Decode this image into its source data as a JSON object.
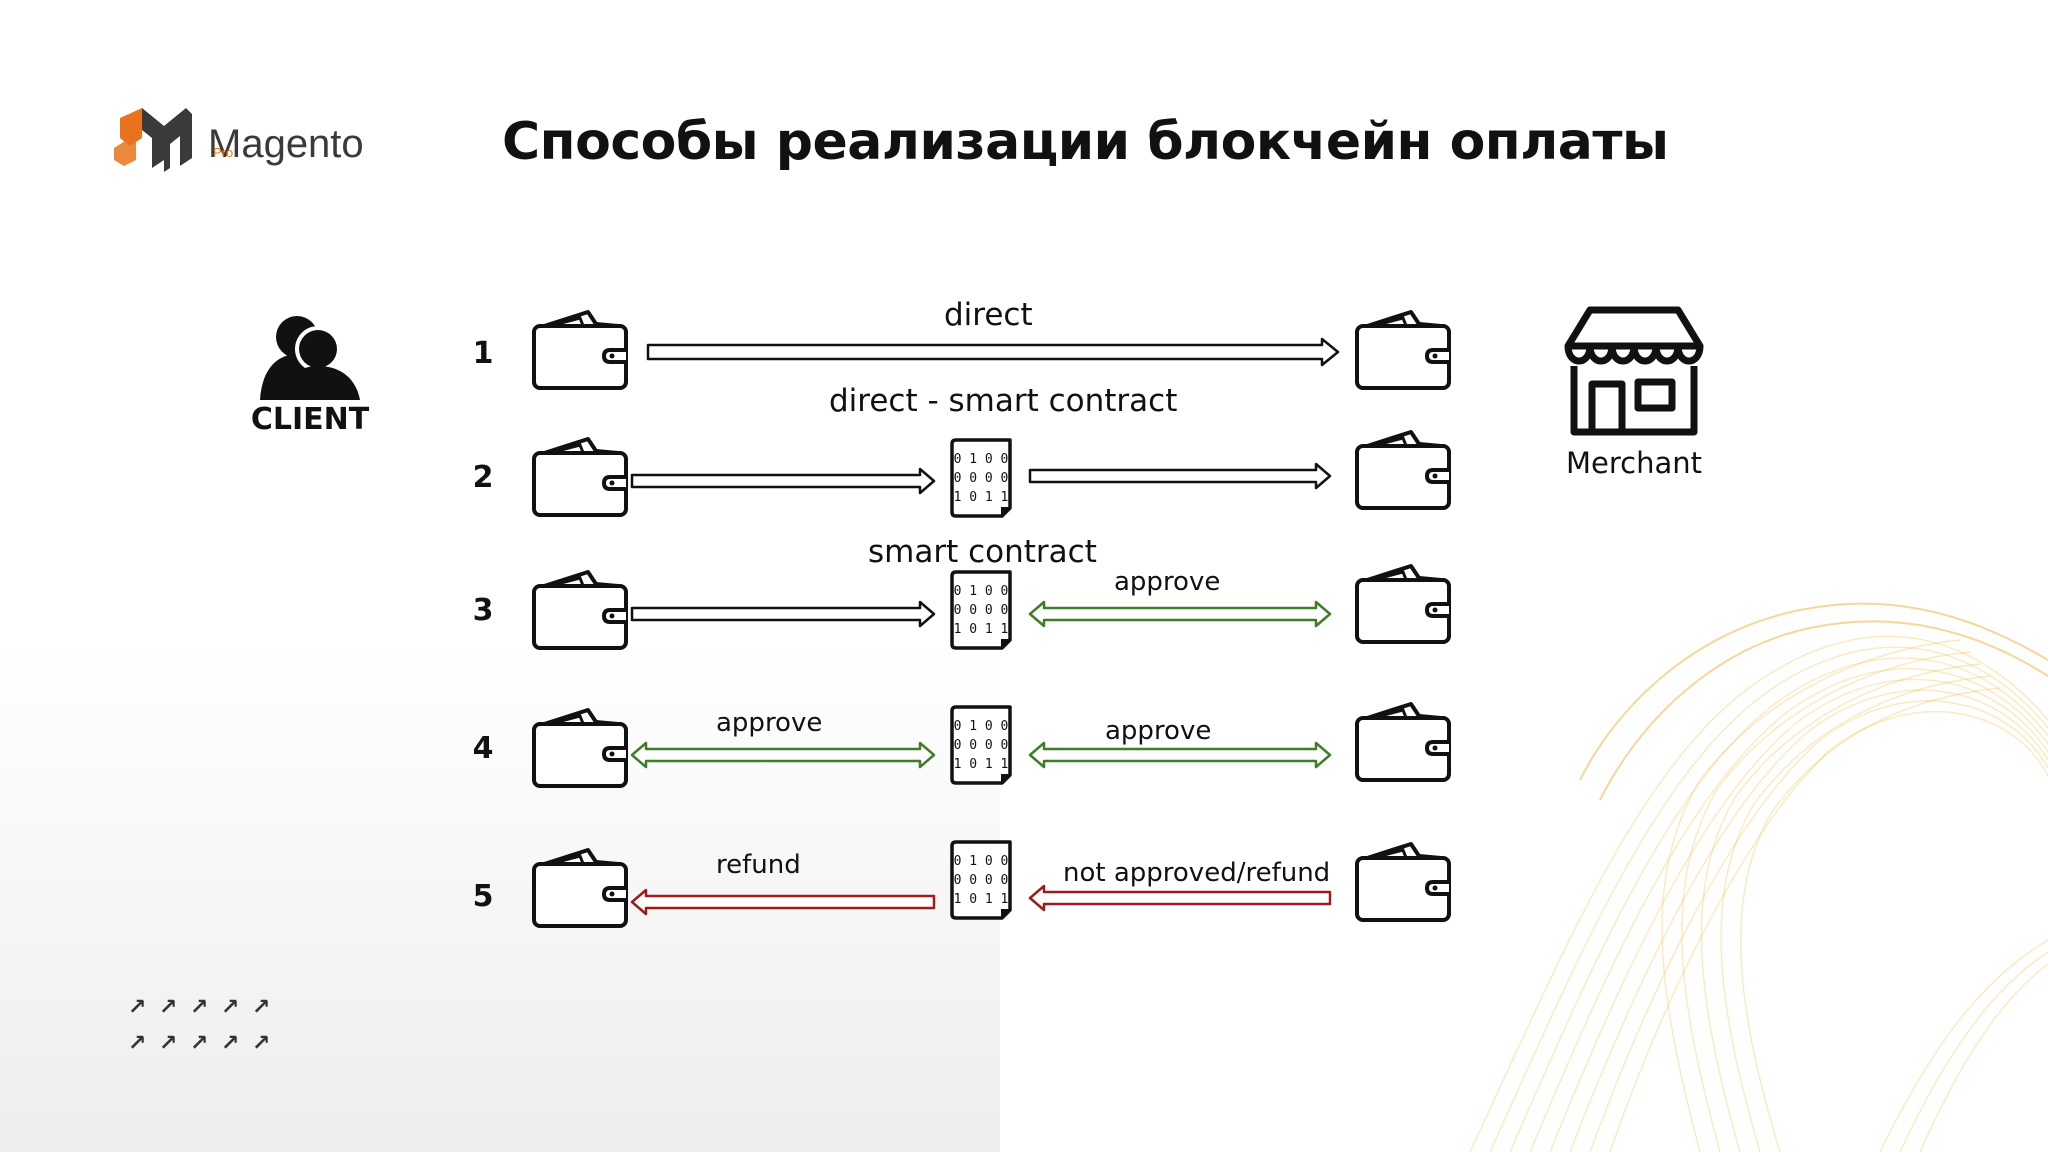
{
  "logo": {
    "name": "Magento",
    "sub": "Pro"
  },
  "title": "Способы реализации блокчейн оплаты",
  "client": {
    "label": "CLIENT",
    "icon": "users-icon"
  },
  "merchant": {
    "label": "Merchant",
    "icon": "store-icon"
  },
  "rows": [
    {
      "number": "1",
      "labels": [
        "direct"
      ]
    },
    {
      "number": "2",
      "labels": [
        "direct - smart contract"
      ]
    },
    {
      "number": "3",
      "labels": [
        "smart contract",
        "approve"
      ]
    },
    {
      "number": "4",
      "labels": [
        "approve",
        "approve"
      ]
    },
    {
      "number": "5",
      "labels": [
        "refund",
        "not approved/refund"
      ]
    }
  ],
  "contract_bits": [
    "0 1 0 0",
    "0 0 0 0",
    "1 0 1 1"
  ],
  "colors": {
    "approve": "#3f7d2a",
    "refund": "#9e1b1b",
    "neutral": "#111111",
    "brand_orange": "#e8731c",
    "wave": "#f3c04a"
  },
  "decor": {
    "arrow_glyph": "↗"
  }
}
